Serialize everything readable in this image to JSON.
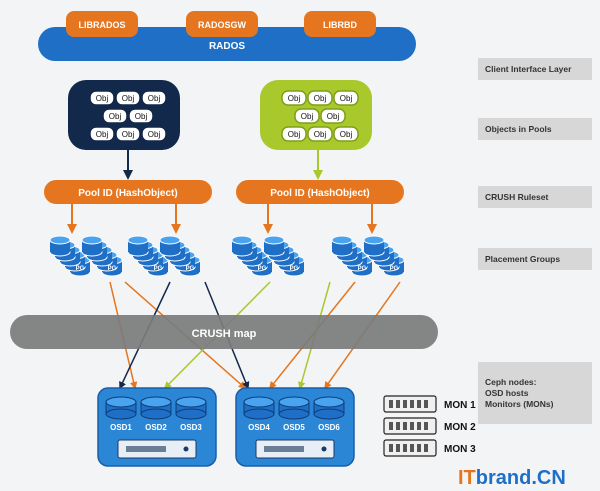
{
  "client": {
    "libs": [
      "LIBRADOS",
      "RADOSGW",
      "LIBRBD"
    ],
    "rados": "RADOS"
  },
  "side_labels": [
    "Client Interface Layer",
    "Objects in Pools",
    "CRUSH Ruleset",
    "Placement Groups",
    "Ceph nodes:\nOSD hosts\nMonitors (MONs)"
  ],
  "pools": {
    "object_label": "Obj",
    "pool_id_label": "Pool ID (HashObject)"
  },
  "pg_label": "PG",
  "crush_map": "CRUSH map",
  "osd_hosts": [
    {
      "osds": [
        "OSD1",
        "OSD2",
        "OSD3"
      ]
    },
    {
      "osds": [
        "OSD4",
        "OSD5",
        "OSD6"
      ]
    }
  ],
  "mons": [
    "MON 1",
    "MON 2",
    "MON 3"
  ],
  "watermark": {
    "it": "IT",
    "rest": "brand.CN"
  },
  "colors": {
    "blue": "#1f6fc6",
    "light_blue": "#2b86d6",
    "orange": "#e5761f",
    "navy": "#13294b",
    "green": "#a8c82c",
    "gray": "#7b7b7b",
    "side_box": "#d7d7d7"
  }
}
